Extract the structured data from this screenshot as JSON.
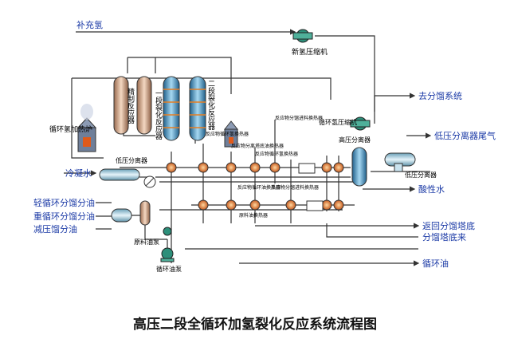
{
  "caption": "高压二段全循环加氢裂化反应系统流程图",
  "streams": {
    "makeup_h2": "补充氢",
    "to_fractionation": "去分馏系统",
    "lp_separator_tail_gas": "低压分离器尾气",
    "acid_water": "酸性水",
    "return_fractionator_bottom": "返回分馏塔底",
    "fractionator_bottom_in": "分馏塔底来",
    "recycle_oil": "循环油",
    "condensate_water": "冷凝水",
    "light_cycle_fraction": "轻循环分馏分油",
    "heavy_cycle_fraction": "重循环分馏分油",
    "vacuum_fraction": "减压馏分油"
  },
  "equipment": {
    "new_h2_compressor": "新氢压缩机",
    "recycle_h2_heater": "循环氢加热炉",
    "refining_reactor": "精制反应器",
    "first_stage_cracking_reactor": "一段裂化反应器",
    "second_stage_cracking_reactor": "二段裂化反应器",
    "recycle_h2_compressor": "循环氢压缩机",
    "hp_separator": "高压分离器",
    "lp_separator_left": "低压分离器",
    "lp_separator_right": "低压分离器",
    "feed_pump": "原料油泵",
    "recycle_oil_pump": "循环油泵",
    "hx_reaction_recycle_h2": "反应物循环氢换热器",
    "hx_reaction_separation": "反应物分离塔底油换热器",
    "hx_reaction_recycle_h2_2": "反应物循环氢换热器",
    "hx_reaction_feed": "反应物分馏进料换热器",
    "hx_reaction_recycle_oil": "反应物循环油换热器",
    "hx_raw_material": "原料油换热器",
    "hx_reaction_fract_feed_2": "反应物分馏进料换热器"
  }
}
